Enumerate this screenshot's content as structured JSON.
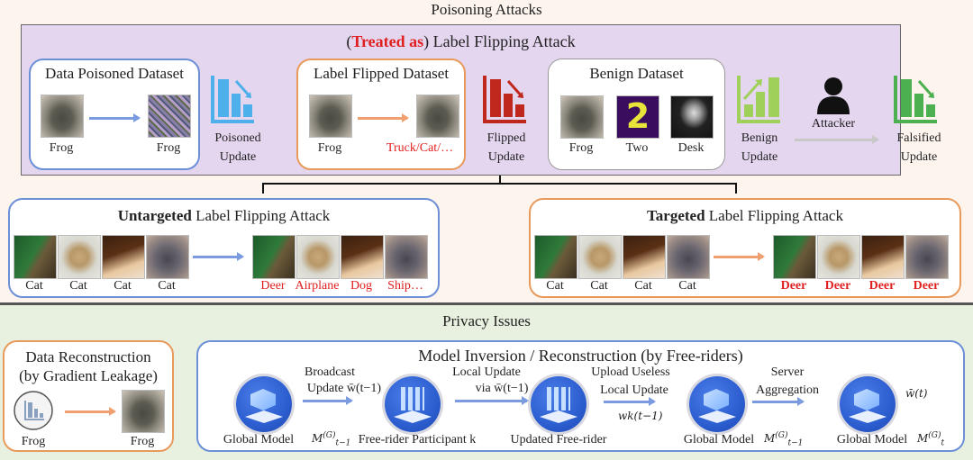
{
  "poisoning": {
    "section_title": "Poisoning Attacks",
    "box_title_red": "Treated as",
    "box_title_open": "(",
    "box_title_rest": ") Label Flipping Attack",
    "data_poisoned": {
      "title": "Data Poisoned Dataset",
      "left_label": "Frog",
      "right_label": "Frog"
    },
    "poisoned_update": [
      "Poisoned",
      "Update"
    ],
    "label_flipped": {
      "title": "Label Flipped Dataset",
      "left_label": "Frog",
      "right_label": "Truck/Cat/…"
    },
    "flipped_update": [
      "Flipped",
      "Update"
    ],
    "benign": {
      "title": "Benign Dataset",
      "labels": [
        "Frog",
        "Two",
        "Desk"
      ]
    },
    "benign_update": [
      "Benign",
      "Update"
    ],
    "attacker": "Attacker",
    "falsified_update": [
      "Falsified",
      "Update"
    ],
    "untargeted": {
      "title_bold": "Untargeted",
      "title_rest": " Label Flipping Attack",
      "source_labels": [
        "Cat",
        "Cat",
        "Cat",
        "Cat"
      ],
      "target_labels": [
        "Deer",
        "Airplane",
        "Dog",
        "Ship…"
      ]
    },
    "targeted": {
      "title_bold": "Targeted",
      "title_rest": " Label Flipping Attack",
      "source_labels": [
        "Cat",
        "Cat",
        "Cat",
        "Cat"
      ],
      "target_labels": [
        "Deer",
        "Deer",
        "Deer",
        "Deer"
      ]
    }
  },
  "privacy": {
    "section_title": "Privacy Issues",
    "reconstruction": {
      "title_line1": "Data Reconstruction",
      "title_line2": "(by Gradient Leakage)",
      "left_label": "Frog",
      "right_label": "Frog"
    },
    "inversion": {
      "title": "Model Inversion / Reconstruction (by Free-riders)",
      "nodes": [
        "Global Model",
        "Free-rider Participant k",
        "Updated Free-rider",
        "Global Model",
        "Global Model"
      ],
      "node_math": [
        "M(G)t−1",
        "",
        "",
        "M(G)t−1",
        "M(G)t"
      ],
      "edges": [
        {
          "line1": "Broadcast",
          "line2": "Update w̄(t−1)"
        },
        {
          "line1": "Local Update",
          "line2": "via w̄(t−1)"
        },
        {
          "line1": "Upload Useless",
          "line2": "Local Update",
          "below": "wk(t−1)"
        },
        {
          "line1": "Server",
          "line2": "Aggregation"
        }
      ],
      "final_weight": "w̄(t)"
    }
  },
  "colors": {
    "blue": "#6c8fd6",
    "orange": "#e89a5c",
    "red": "#e02020",
    "purple_bg": "#e5d6f0",
    "green_bg": "#e8f0e0"
  }
}
